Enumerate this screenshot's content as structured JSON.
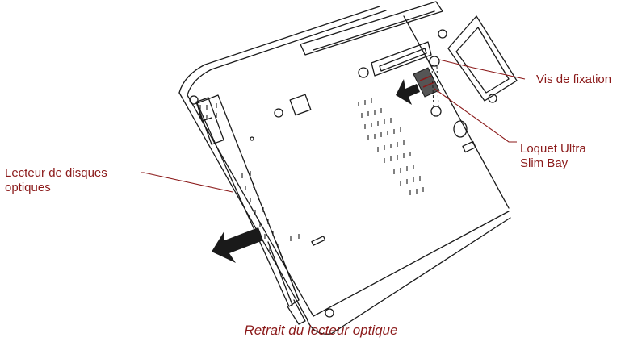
{
  "colors": {
    "line": "#1a1a1a",
    "callout_text": "#8b1a1a",
    "leader": "#8b1a1a",
    "caption": "#8b1a1a",
    "latch_fill": "#555555"
  },
  "callouts": {
    "fixing_screw": "Vis de fixation",
    "latch": "Loquet Ultra\nSlim Bay",
    "optical_drive": "Lecteur de disques\noptiques"
  },
  "caption": "Retrait du lecteur optique",
  "icons": [
    "arrow-up-icon",
    "arrow-left-icon",
    "screw-icon",
    "latch-icon"
  ]
}
